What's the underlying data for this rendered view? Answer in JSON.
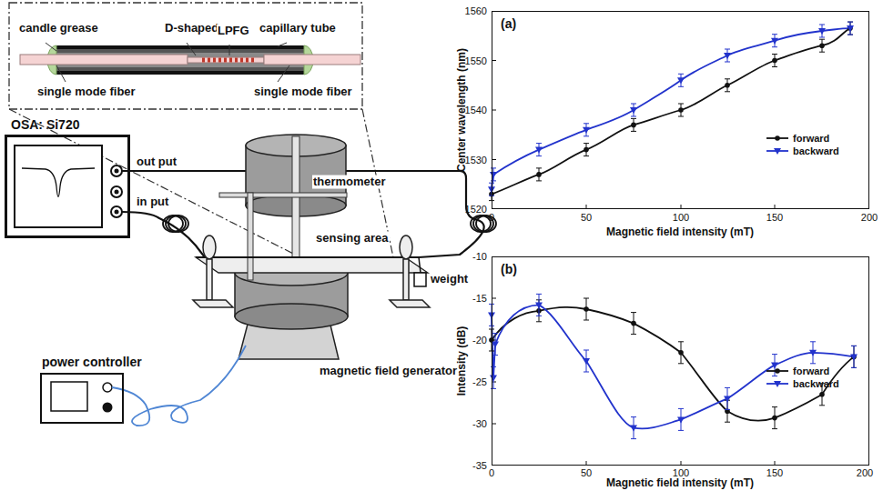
{
  "diagram": {
    "nodes": [
      {
        "text": [
          "OSA: Si720"
        ]
      },
      {
        "text": [
          "power controller"
        ]
      },
      {
        "text": [
          "(a)"
        ]
      },
      {
        "text": [
          "(b)"
        ]
      }
    ],
    "labels": [
      "candle grease",
      "D-shaped",
      "LPFG",
      "capillary tube",
      "single mode fiber",
      "single mode fiber",
      "out put",
      "in put",
      "thermometer",
      "sensing area",
      "weight",
      "magnetic field generator",
      "1520",
      "1530",
      "1540",
      "1550",
      "1560",
      "0",
      "50",
      "100",
      "150",
      "200",
      "Center wavelength (nm)",
      "Magnetic field intensity (mT)",
      "-10",
      "-15",
      "-20",
      "-25",
      "-30",
      "-35",
      "0",
      "50",
      "100",
      "150",
      "200",
      "Intensity (dB)",
      "Magnetic field intensity (mT)"
    ],
    "legend": [
      {
        "text": "forward"
      },
      {
        "text": "backward"
      },
      {
        "text": "forward"
      },
      {
        "text": "backward"
      }
    ]
  }
}
